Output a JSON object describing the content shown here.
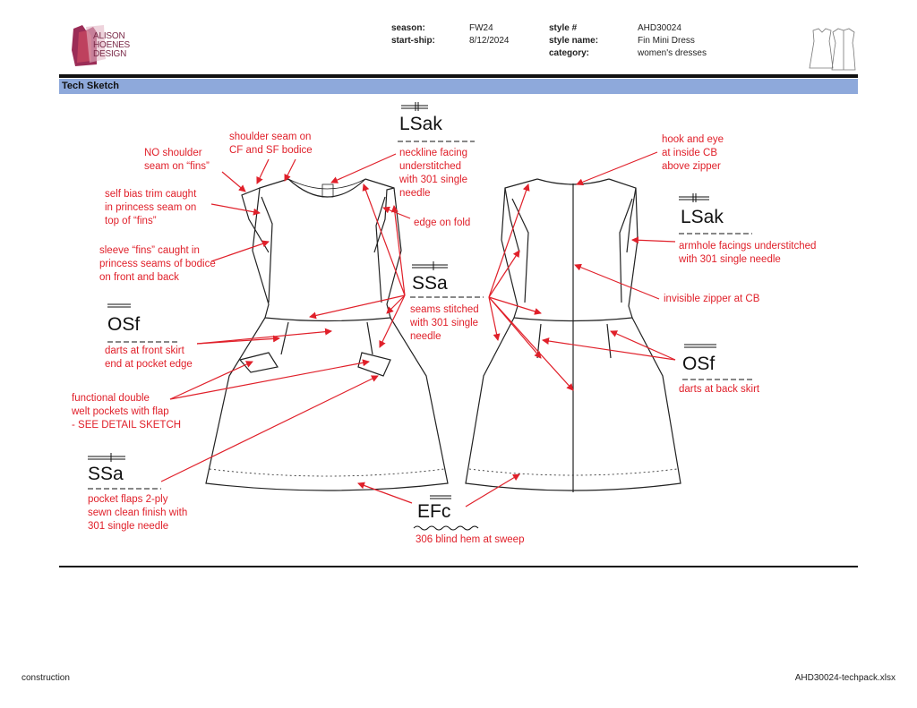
{
  "header": {
    "brand_logo_text": [
      "ALISON",
      "HOENES",
      "DESIGN"
    ],
    "season_label": "season:",
    "season_value": "FW24",
    "start_ship_label": "start-ship:",
    "start_ship_value": "8/12/2024",
    "style_num_label": "style #",
    "style_num_value": "AHD30024",
    "style_name_label": "style name:",
    "style_name_value": "Fin Mini Dress",
    "category_label": "category:",
    "category_value": "women's dresses"
  },
  "section_title": "Tech Sketch",
  "notes": {
    "shoulder_seam": [
      "shoulder seam on",
      "CF and SF bodice"
    ],
    "no_shoulder": [
      "NO shoulder",
      "seam on “fins”"
    ],
    "bias_trim": [
      "self bias trim caught",
      "in princess seam on",
      "top of “fins”"
    ],
    "sleeve_fins": [
      "sleeve “fins” caught in",
      "princess seams of bodice",
      "on front and back"
    ],
    "neckline": [
      "neckline facing",
      "understitched",
      "with 301 single",
      "needle"
    ],
    "edge_fold": [
      "edge on fold"
    ],
    "seams_stitched": [
      "seams stitched",
      "with 301 single",
      "needle"
    ],
    "darts_front": [
      "darts at front skirt",
      "end at pocket edge"
    ],
    "welt_pockets": [
      "functional double",
      "welt pockets with flap",
      "- SEE DETAIL SKETCH"
    ],
    "pocket_flaps": [
      "pocket flaps 2-ply",
      "sewn clean finish with",
      "301 single needle"
    ],
    "hook_eye": [
      "hook and eye",
      "at inside CB",
      "above zipper"
    ],
    "armhole": [
      "armhole facings understitched",
      "with 301 single needle"
    ],
    "zipper": [
      "invisible zipper at CB"
    ],
    "darts_back": [
      "darts at back skirt"
    ],
    "blind_hem": [
      "306 blind hem at sweep"
    ]
  },
  "stitch_codes": {
    "front_top": "LSak",
    "front_osf": "OSf",
    "front_ssa_mid": "SSa",
    "front_ssa_bottom": "SSa",
    "back_lsak": "LSak",
    "back_osf": "OSf",
    "hem_efc": "EFc"
  },
  "footer": {
    "left": "construction",
    "right": "AHD30024-techpack.xlsx"
  },
  "colors": {
    "annotation": "#e0202a",
    "section_bar": "#8ea9db",
    "logo": "#8b2447"
  }
}
